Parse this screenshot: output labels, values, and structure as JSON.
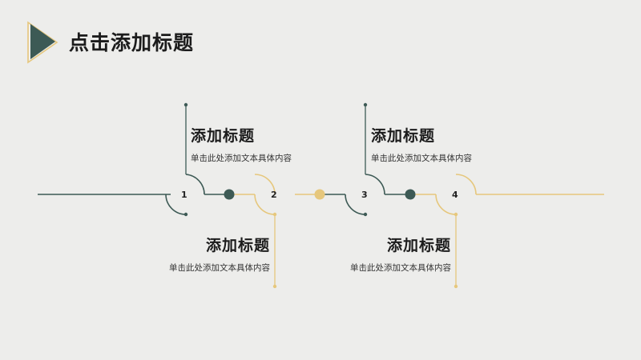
{
  "slide": {
    "title": "点击添加标题",
    "colors": {
      "dark": "#3d5a55",
      "gold": "#e6c77c",
      "background": "#ededeb"
    }
  },
  "steps": [
    {
      "number": "1",
      "heading": "添加标题",
      "text": "单击此处添加文本具体内容"
    },
    {
      "number": "2",
      "heading": "添加标题",
      "text": "单击此处添加文本具体内容"
    },
    {
      "number": "3",
      "heading": "添加标题",
      "text": "单击此处添加文本具体内容"
    },
    {
      "number": "4",
      "heading": "添加标题",
      "text": "单击此处添加文本具体内容"
    }
  ]
}
